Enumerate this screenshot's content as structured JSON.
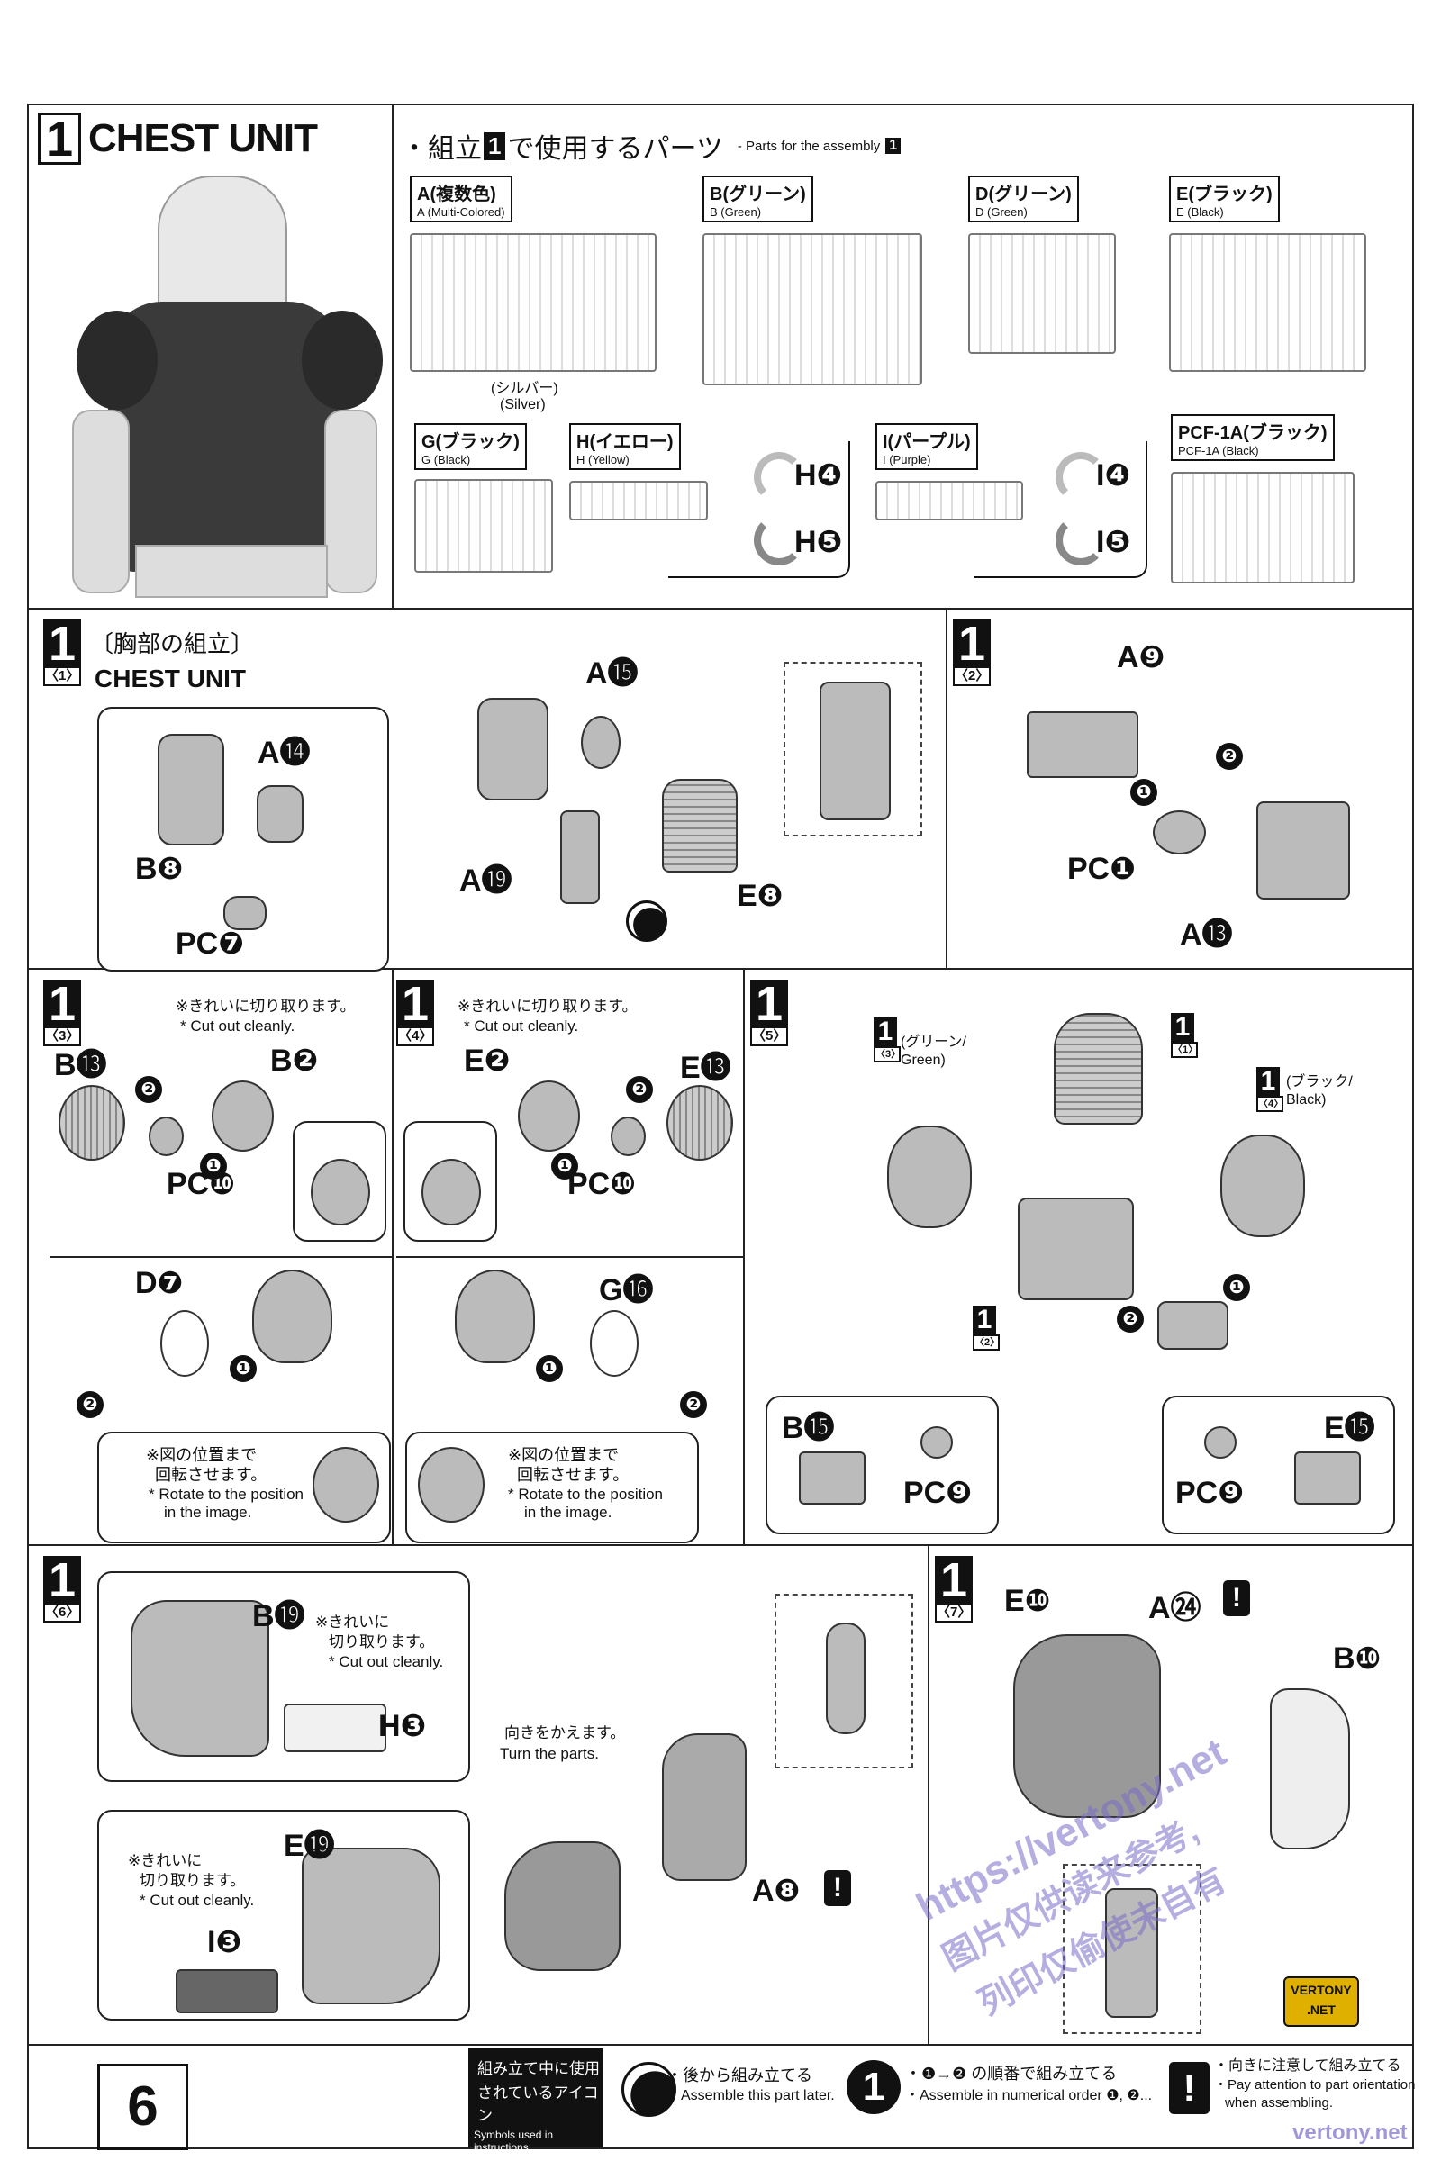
{
  "header": {
    "step_number": "1",
    "title": "CHEST UNIT",
    "parts_heading_jp_pre": "・組立",
    "parts_heading_jp_num": "1",
    "parts_heading_jp_post": "で使用するパーツ",
    "parts_heading_en": "- Parts for the assembly",
    "parts_heading_en_num": "1"
  },
  "sprues": [
    {
      "jp": "A(複数色)",
      "en": "A (Multi-Colored)",
      "sub_jp": "(シルバー)",
      "sub_en": "(Silver)"
    },
    {
      "jp": "B(グリーン)",
      "en": "B (Green)"
    },
    {
      "jp": "D(グリーン)",
      "en": "D (Green)"
    },
    {
      "jp": "E(ブラック)",
      "en": "E (Black)"
    },
    {
      "jp": "G(ブラック)",
      "en": "G (Black)"
    },
    {
      "jp": "H(イエロー)",
      "en": "H (Yellow)",
      "parts": [
        "H❹",
        "H❺"
      ]
    },
    {
      "jp": "I(パープル)",
      "en": "I (Purple)",
      "parts": [
        "I❹",
        "I❺"
      ]
    },
    {
      "jp": "PCF-1A(ブラック)",
      "en": "PCF-1A (Black)"
    }
  ],
  "steps": {
    "s1": {
      "num": "1",
      "sub": "〈1〉",
      "title_jp": "〔胸部の組立〕",
      "title_en": "CHEST UNIT",
      "labels": [
        "A⓯",
        "A⓮",
        "B❽",
        "PC❼",
        "A⓳",
        "E❽"
      ]
    },
    "s2": {
      "num": "1",
      "sub": "〈2〉",
      "labels": [
        "A❾",
        "PC❶",
        "A⓭"
      ],
      "arrows": [
        "❶",
        "❷"
      ]
    },
    "s3": {
      "num": "1",
      "sub": "〈3〉",
      "note_jp": "※きれいに切り取ります。",
      "note_en": "* Cut out cleanly.",
      "labels": [
        "B⓭",
        "B❷",
        "PC❿",
        "D❼"
      ],
      "arrows": [
        "❶",
        "❷",
        "❶",
        "❷"
      ],
      "rotate_jp1": "※図の位置まで",
      "rotate_jp2": "回転させます。",
      "rotate_en1": "* Rotate to the position",
      "rotate_en2": "in the image."
    },
    "s4": {
      "num": "1",
      "sub": "〈4〉",
      "note_jp": "※きれいに切り取ります。",
      "note_en": "* Cut out cleanly.",
      "labels": [
        "E❷",
        "E⓭",
        "PC❿",
        "G⓰"
      ],
      "arrows": [
        "❷",
        "❶",
        "❶",
        "❷"
      ],
      "rotate_jp1": "※図の位置まで",
      "rotate_jp2": "回転させます。",
      "rotate_en1": "* Rotate to the position",
      "rotate_en2": "in the image."
    },
    "s5": {
      "num": "1",
      "sub": "〈5〉",
      "ref3_sub": "〈3〉",
      "ref3_note": "(グリーン/ Green)",
      "ref1_sub": "〈1〉",
      "ref4_sub": "〈4〉",
      "ref4_note": "(ブラック/ Black)",
      "ref2_sub": "〈2〉",
      "labels": [
        "B⓯",
        "PC❾",
        "E⓯",
        "PC❾"
      ],
      "arrows": [
        "❶",
        "❷"
      ]
    },
    "s6": {
      "num": "1",
      "sub": "〈6〉",
      "labels": [
        "B⓳",
        "H❸",
        "E⓳",
        "I❸",
        "A❽"
      ],
      "note_jp1": "※きれいに",
      "note_jp2": "切り取ります。",
      "note_en": "* Cut out cleanly.",
      "turn_jp": "向きをかえます。",
      "turn_en": "Turn the parts."
    },
    "s7": {
      "num": "1",
      "sub": "〈7〉",
      "labels": [
        "E❿",
        "A㉔",
        "B❿"
      ]
    }
  },
  "footer": {
    "page": "6",
    "icons_jp1": "組み立て中に使用",
    "icons_jp2": "されているアイコン",
    "icons_en": "Symbols used in instructions",
    "later_jp": "・後から組み立てる",
    "later_en": "・Assemble this part later.",
    "order_jp": "・❶→❷ の順番で組み立てる",
    "order_en": "・Assemble in numerical order ❶, ❷...",
    "attn_jp": "・向きに注意して組み立てる",
    "attn_en1": "・Pay attention to part orientation",
    "attn_en2": "when assembling."
  },
  "watermark": {
    "url": "https://vertony.net",
    "line1": "图片仅供读来参考,",
    "line2": "列印仅偷使未自有",
    "logo": "VERTONY .NET",
    "corner": "vertony.net"
  }
}
